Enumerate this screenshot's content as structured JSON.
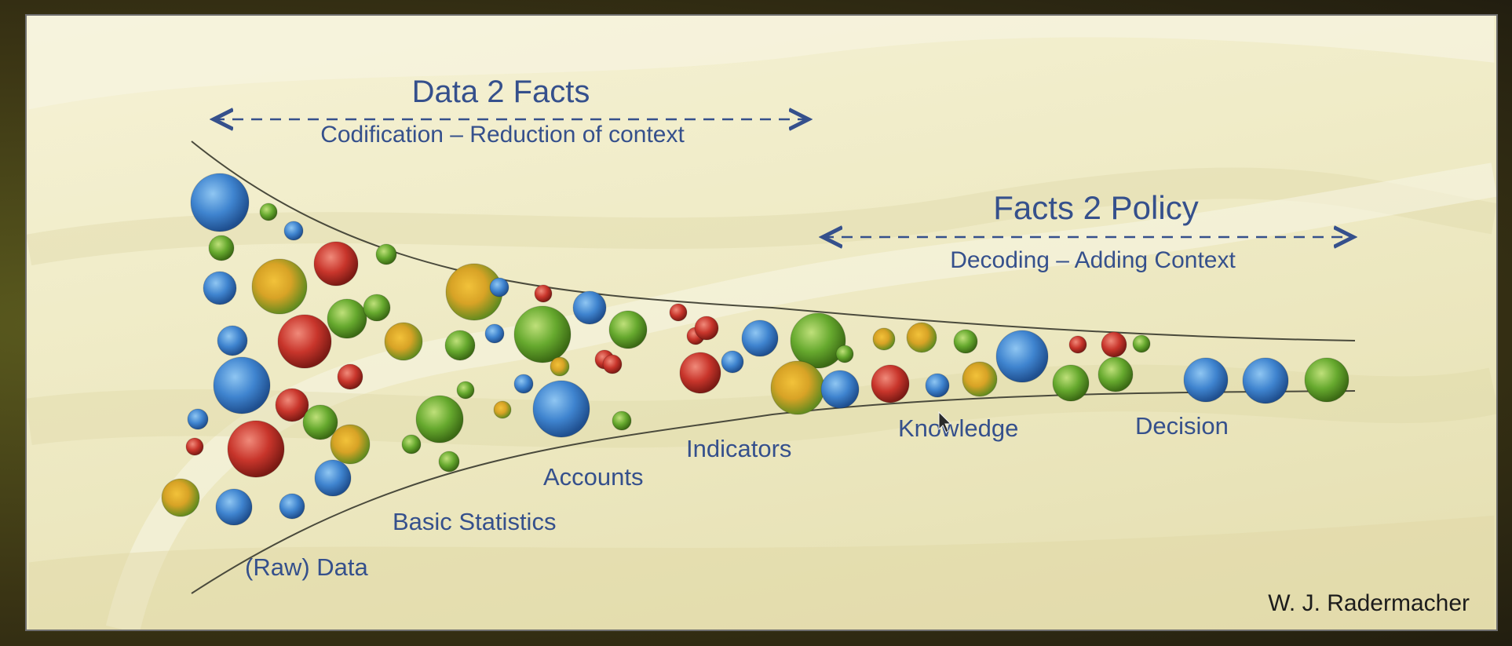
{
  "left_header": {
    "title": "Data 2 Facts",
    "subtitle": "Codification – Reduction of context"
  },
  "right_header": {
    "title": "Facts 2 Policy",
    "subtitle": "Decoding – Adding Context"
  },
  "stages": [
    "(Raw) Data",
    "Basic Statistics",
    "Accounts",
    "Indicators",
    "Knowledge",
    "Decision"
  ],
  "credit": "W. J. Radermacher",
  "colors": {
    "blue": "#3f84cf",
    "green": "#66a92e",
    "red": "#c8352b",
    "orange": "#d8a326",
    "label": "#35508c",
    "funnel_line": "#4a4a3c"
  },
  "bubble_color_order": [
    "blue",
    "green",
    "blue",
    "green",
    "red",
    "green",
    "blue",
    "orange",
    "blue",
    "red",
    "green",
    "green",
    "orange",
    "blue",
    "red",
    "red",
    "blue",
    "green",
    "red",
    "red",
    "orange",
    "blue",
    "green",
    "orange",
    "blue",
    "blue",
    "orange",
    "blue",
    "red",
    "blue",
    "green",
    "blue",
    "green",
    "red",
    "green",
    "orange",
    "red",
    "blue",
    "green",
    "green",
    "blue",
    "orange",
    "green",
    "green",
    "red",
    "red",
    "red",
    "blue",
    "green",
    "orange",
    "green",
    "orange",
    "green",
    "blue",
    "red",
    "red",
    "green",
    "red",
    "blue",
    "orange",
    "blue",
    "red",
    "blue",
    "orange",
    "green",
    "green",
    "blue",
    "blue",
    "green",
    "green",
    "orange",
    "red",
    "blue",
    "green",
    "orange",
    "blue",
    "green"
  ]
}
